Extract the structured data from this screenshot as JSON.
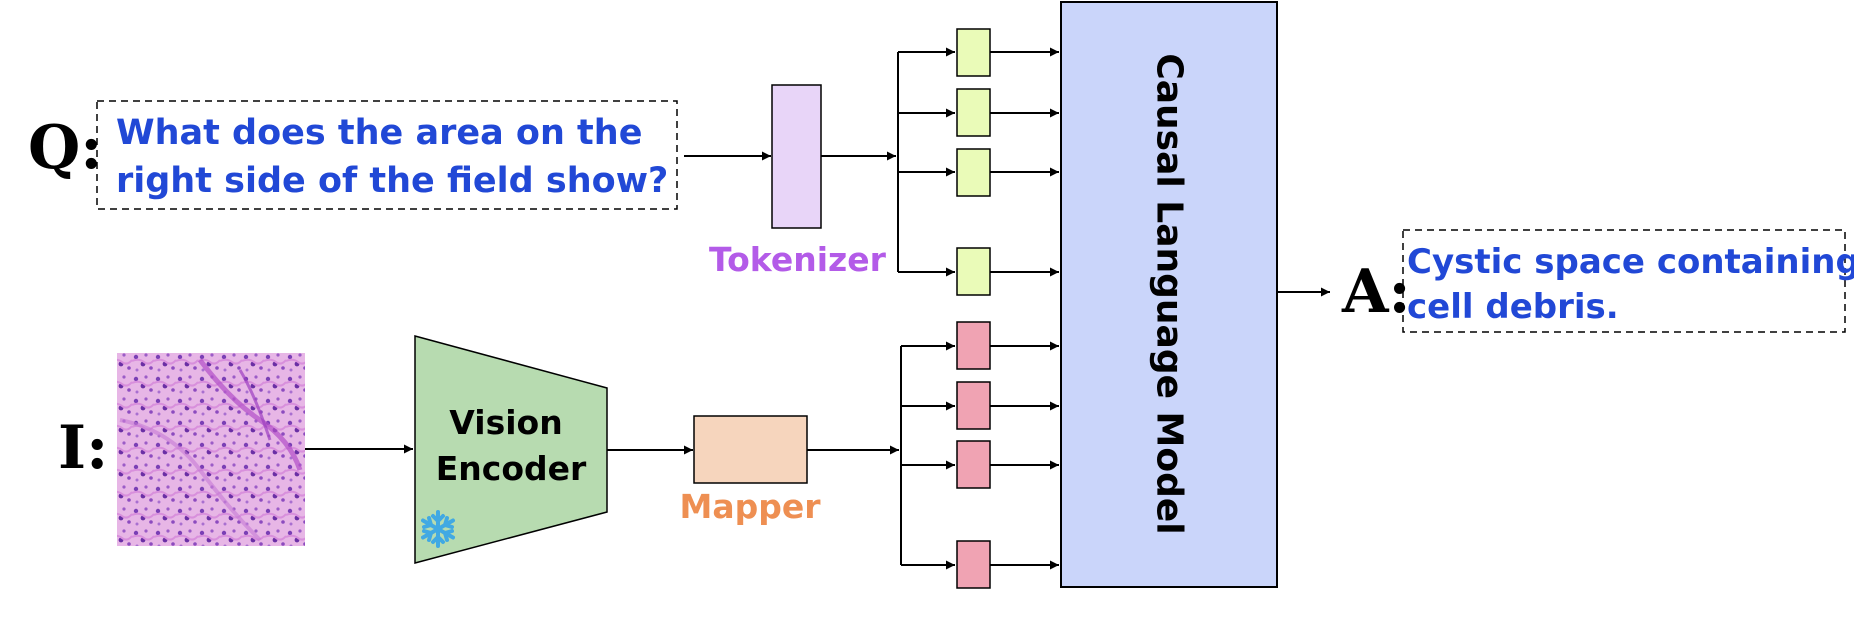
{
  "question": {
    "prefix": "Q:",
    "line1": "What does the area on the",
    "line2": "right side of the field show?"
  },
  "image": {
    "prefix": "I:"
  },
  "answer": {
    "prefix": "A:",
    "line1": "Cystic space containing",
    "line2": "cell debris."
  },
  "tokenizer": {
    "label": "Tokenizer"
  },
  "vision_encoder": {
    "line1": "Vision",
    "line2": "Encoder",
    "frozen_icon": "snowflake-icon"
  },
  "mapper": {
    "label": "Mapper"
  },
  "llm": {
    "label": "Causal Language Model"
  },
  "colors": {
    "text_blue": "#2148d6",
    "tokenizer_fill": "#e8d5f8",
    "tokenizer_text": "#b35be8",
    "encoder_fill": "#b7dbb0",
    "mapper_fill": "#f6d5bd",
    "mapper_text": "#ee8f52",
    "text_token_fill": "#eafbb8",
    "image_token_fill": "#f0a3b3",
    "llm_fill": "#cad5fa",
    "snowflake": "#41a9e3"
  }
}
